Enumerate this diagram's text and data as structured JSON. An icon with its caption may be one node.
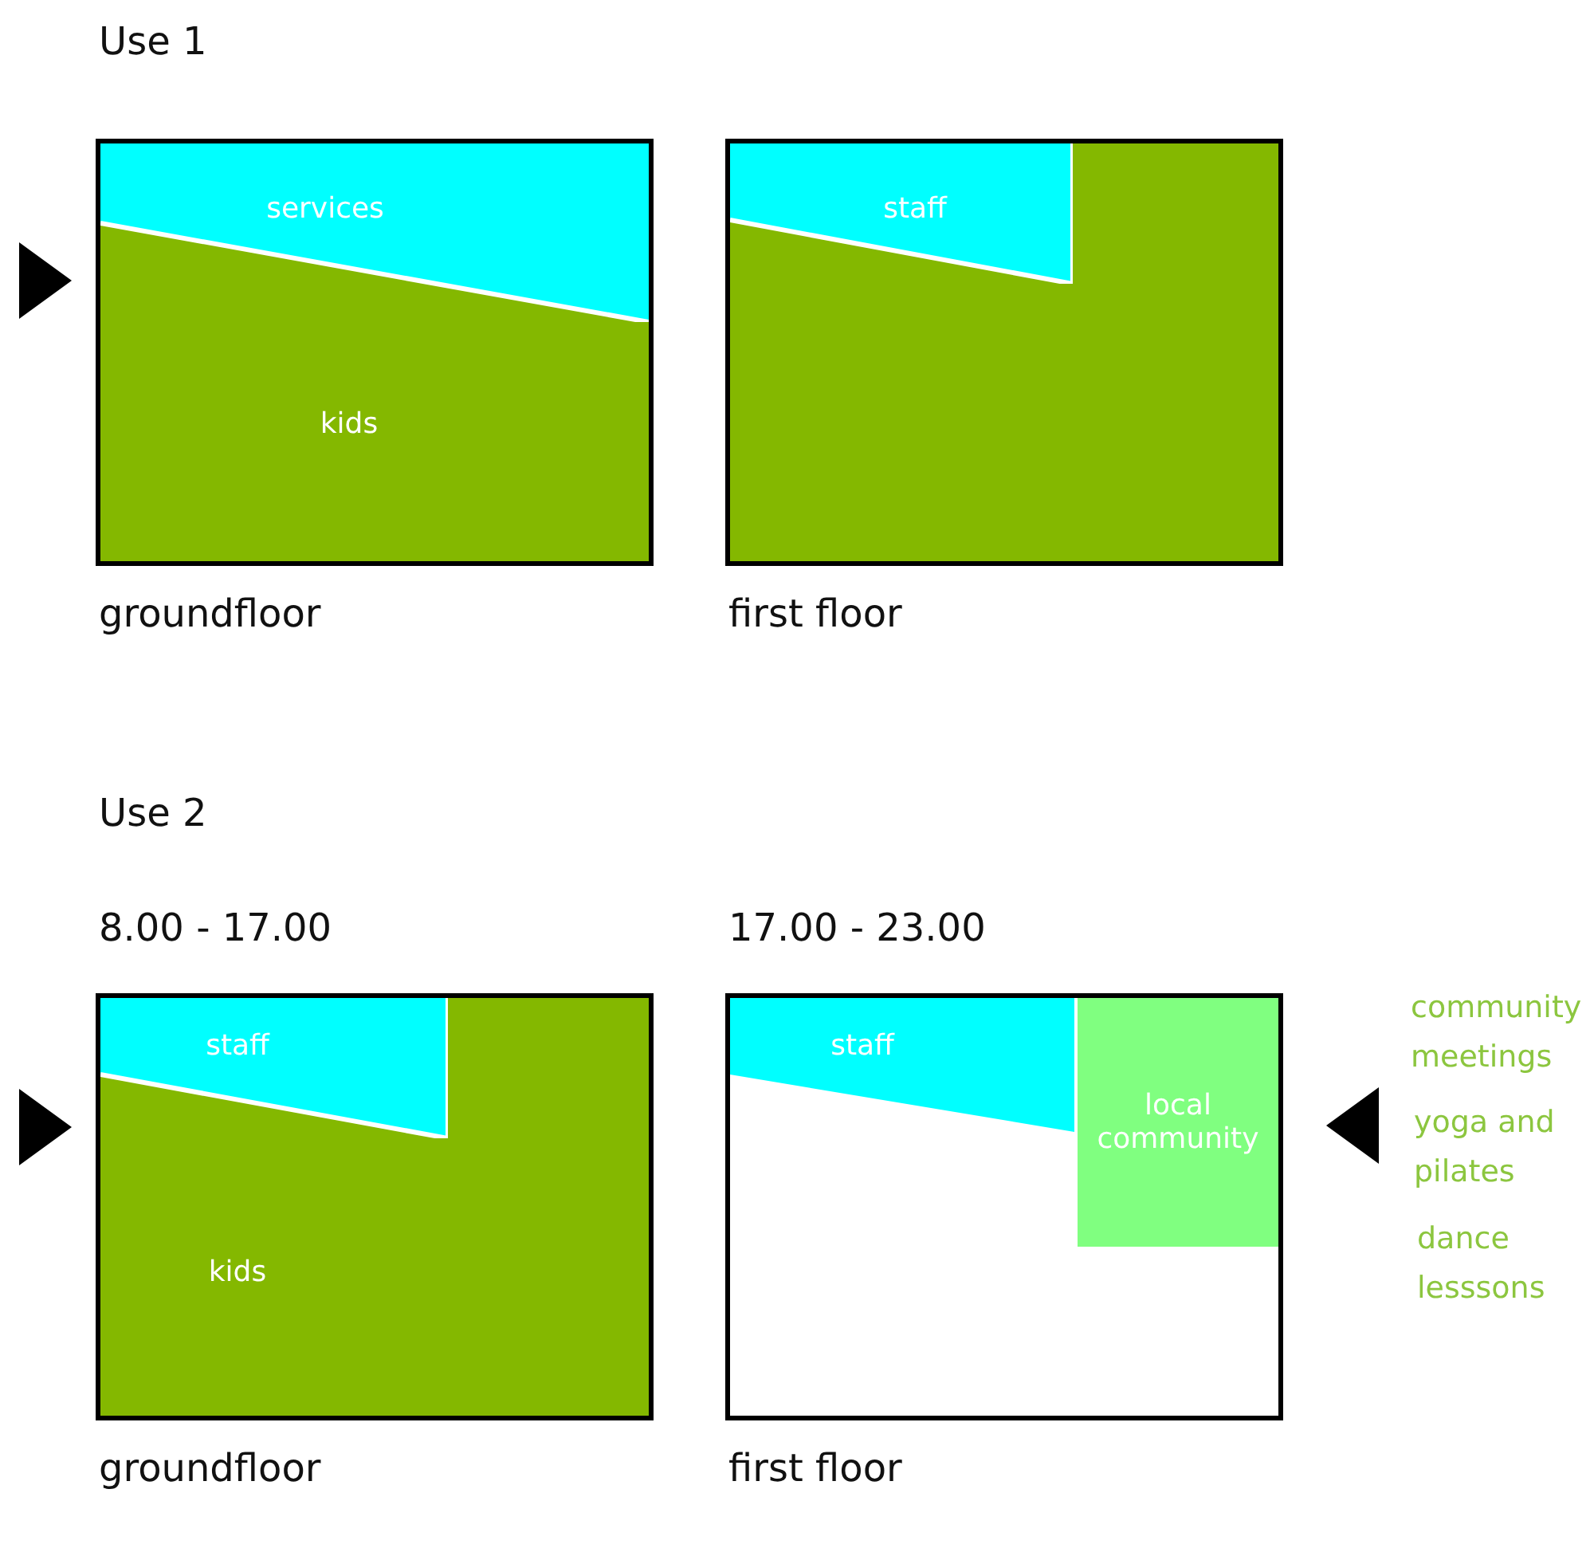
{
  "diagram": {
    "nodes": [
      {
        "text": [
          "groundfloor"
        ]
      },
      {
        "text": [
          "services"
        ],
        "in": 0
      },
      {
        "text": [
          "kids"
        ],
        "in": 0
      },
      {
        "text": [
          "first floor"
        ]
      },
      {
        "text": [
          "staff"
        ],
        "in": 3
      },
      {
        "text": [
          "8.00 - 17.00",
          "groundfloor"
        ]
      },
      {
        "text": [
          "staff"
        ],
        "in": 5
      },
      {
        "text": [
          "kids"
        ],
        "in": 5
      },
      {
        "text": [
          "17.00 - 23.00",
          "first floor"
        ]
      },
      {
        "text": [
          "staff"
        ],
        "in": 8
      },
      {
        "text": [
          "local community"
        ],
        "in": 8
      }
    ],
    "edges": [],
    "labels": [
      "Use 1",
      "Use 2",
      "community meetings",
      "yoga and pilates",
      "dance lesssons"
    ]
  }
}
